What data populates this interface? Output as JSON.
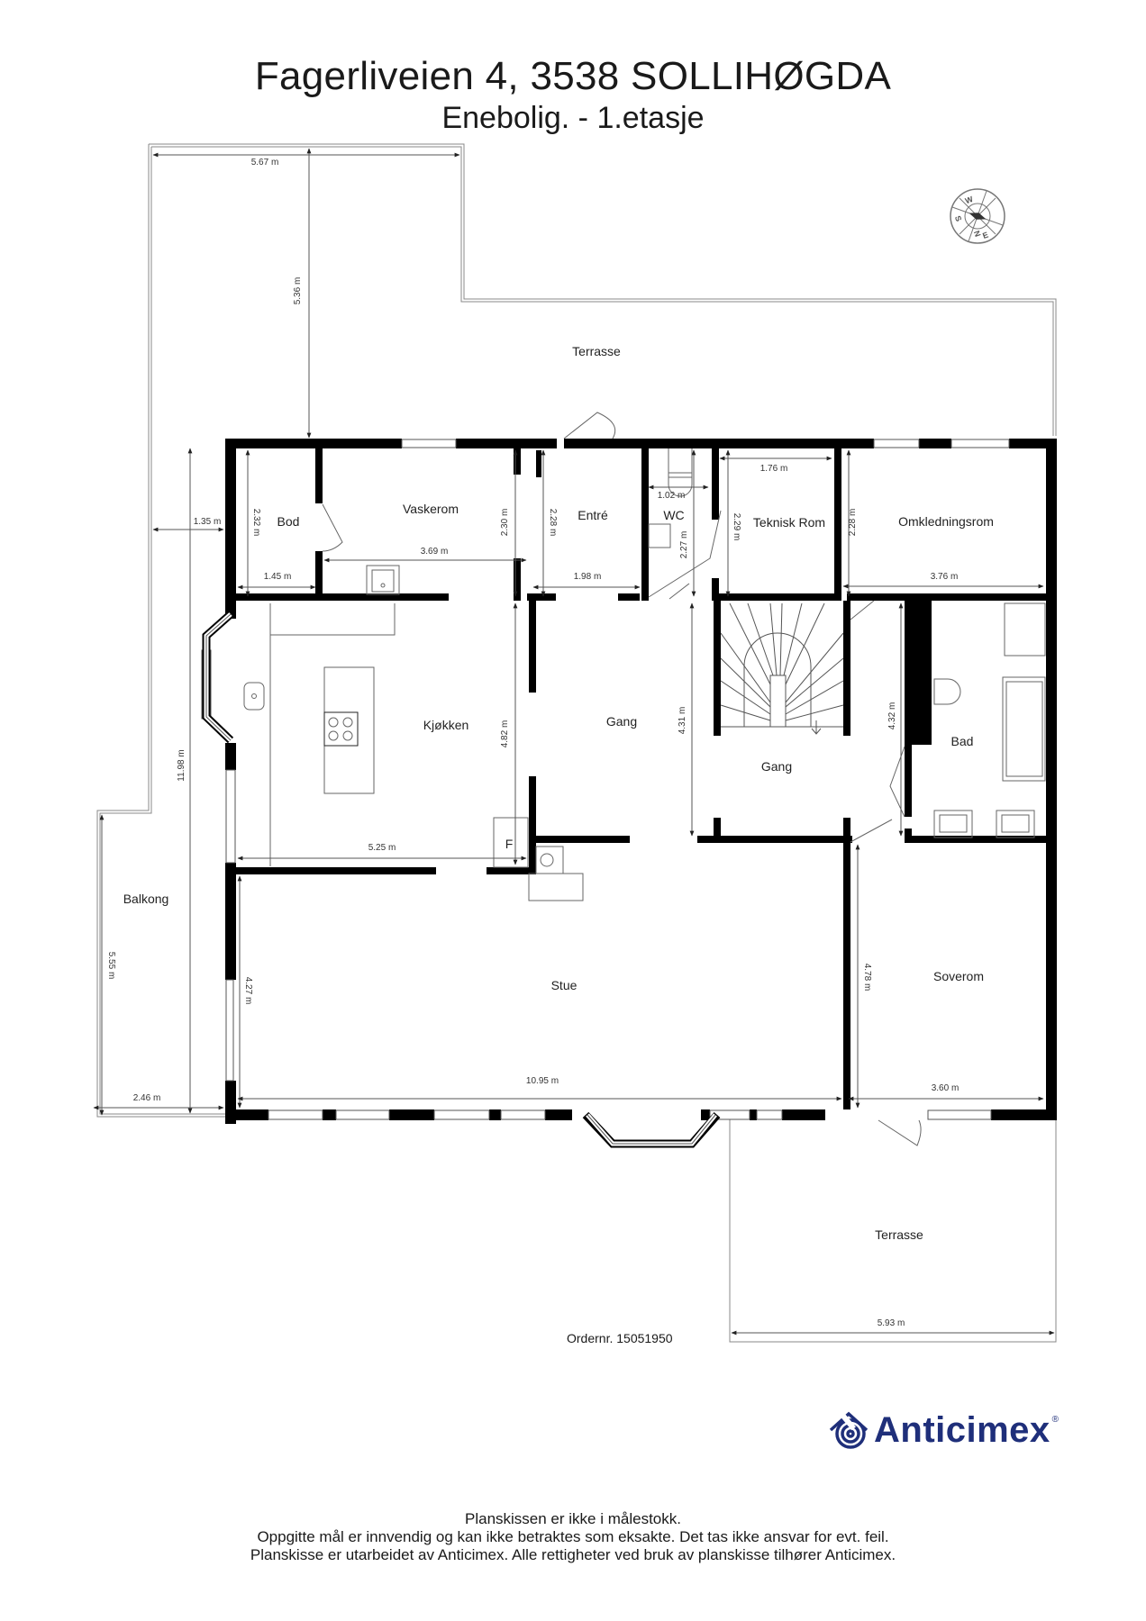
{
  "header": {
    "address": "Fagerliveien 4, 3538 SOLLIHØGDA",
    "subtitle": "Enebolig.  - 1.etasje"
  },
  "compass": {
    "icon": "compass-icon",
    "labels": {
      "north": "N",
      "east": "E",
      "south": "S",
      "west": "W"
    }
  },
  "rooms": {
    "terrasse_north": "Terrasse",
    "bod": "Bod",
    "vaskerom": "Vaskerom",
    "entre": "Entré",
    "wc": "WC",
    "teknisk_rom": "Teknisk Rom",
    "omkledningsrom": "Omkledningsrom",
    "kjokken": "Kjøkken",
    "gang_1": "Gang",
    "gang_2": "Gang",
    "bad": "Bad",
    "balkong": "Balkong",
    "stue": "Stue",
    "soverom": "Soverom",
    "terrasse_south": "Terrasse",
    "fridge_mark": "F"
  },
  "dimensions": {
    "terrasse_width": "5.67 m",
    "terrasse_depth": "5.36 m",
    "west_offset": "1.35 m",
    "total_depth": "11.98 m",
    "bod_height": "2.32 m",
    "bod_width": "1.45 m",
    "vaskerom_width": "3.69 m",
    "vaskerom_height": "2.30 m",
    "entre_height": "2.28 m",
    "entre_width": "1.98 m",
    "wc_width": "1.02 m",
    "wc_height": "2.27 m",
    "teknisk_width": "1.76 m",
    "teknisk_height": "2.29 m",
    "omkled_height": "2.28 m",
    "omkled_width": "3.76 m",
    "kjokken_height": "4.82 m",
    "kjokken_width": "5.25 m",
    "gang_height": "4.31 m",
    "bad_height": "4.32 m",
    "balkong_depth": "5.55 m",
    "balkong_width": "2.46 m",
    "stue_height": "4.27 m",
    "stue_width": "10.95 m",
    "soverom_height": "4.78 m",
    "soverom_width": "3.60 m",
    "terrasse_south_width": "5.93 m"
  },
  "order": "Ordernr. 15051950",
  "brand": {
    "name": "Anticimex",
    "registered": "®",
    "color": "#1f2f7a",
    "icon": "anticimex-logo-icon"
  },
  "footer": {
    "line1": "Planskissen er ikke i målestokk.",
    "line2": "Oppgitte mål er innvendig og kan ikke betraktes som eksakte. Det tas ikke ansvar for evt. feil.",
    "line3": "Planskisse er utarbeidet av Anticimex. Alle rettigheter ved bruk av planskisse tilhører Anticimex."
  }
}
